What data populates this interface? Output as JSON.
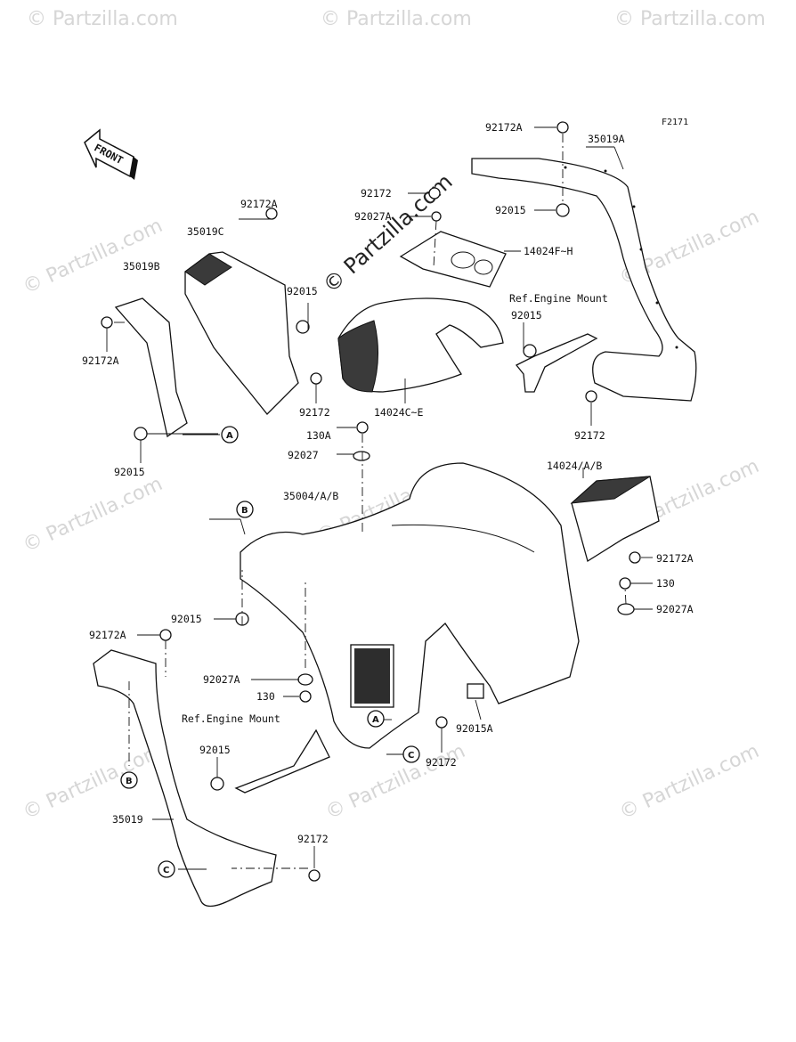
{
  "figure_code": "F2171",
  "front_arrow_label": "FRONT",
  "center_watermark": "© Partzilla.com",
  "watermark_text": "© Partzilla.com",
  "labels": [
    {
      "id": "92172A-top",
      "text": "92172A"
    },
    {
      "id": "35019A",
      "text": "35019A"
    },
    {
      "id": "92172-top",
      "text": "92172"
    },
    {
      "id": "92027A-top",
      "text": "92027A"
    },
    {
      "id": "92015-right",
      "text": "92015"
    },
    {
      "id": "14024F-H",
      "text": "14024F~H"
    },
    {
      "id": "ref-engine-mount-top",
      "text": "Ref.Engine Mount"
    },
    {
      "id": "92015-mount",
      "text": "92015"
    },
    {
      "id": "92172A-left",
      "text": "92172A"
    },
    {
      "id": "35019C",
      "text": "35019C"
    },
    {
      "id": "35019B",
      "text": "35019B"
    },
    {
      "id": "92015-mid",
      "text": "92015"
    },
    {
      "id": "92172A-b",
      "text": "92172A"
    },
    {
      "id": "92172-mid",
      "text": "92172"
    },
    {
      "id": "14024C-E",
      "text": "14024C~E"
    },
    {
      "id": "92172-right",
      "text": "92172"
    },
    {
      "id": "92015-left",
      "text": "92015"
    },
    {
      "id": "130A",
      "text": "130A"
    },
    {
      "id": "92027",
      "text": "92027"
    },
    {
      "id": "14024AB",
      "text": "14024/A/B"
    },
    {
      "id": "35004AB",
      "text": "35004/A/B"
    },
    {
      "id": "92172A-r2",
      "text": "92172A"
    },
    {
      "id": "130-r",
      "text": "130"
    },
    {
      "id": "92027A-r",
      "text": "92027A"
    },
    {
      "id": "92015-lower",
      "text": "92015"
    },
    {
      "id": "92172A-lower",
      "text": "92172A"
    },
    {
      "id": "92027A-lower",
      "text": "92027A"
    },
    {
      "id": "130-lower",
      "text": "130"
    },
    {
      "id": "ref-engine-mount-bottom",
      "text": "Ref.Engine Mount"
    },
    {
      "id": "92015A",
      "text": "92015A"
    },
    {
      "id": "92015-bottom",
      "text": "92015"
    },
    {
      "id": "92172-bottom",
      "text": "92172"
    },
    {
      "id": "35019",
      "text": "35019"
    },
    {
      "id": "92172-last",
      "text": "92172"
    }
  ],
  "callouts": {
    "a": "A",
    "b": "B",
    "c": "C"
  }
}
